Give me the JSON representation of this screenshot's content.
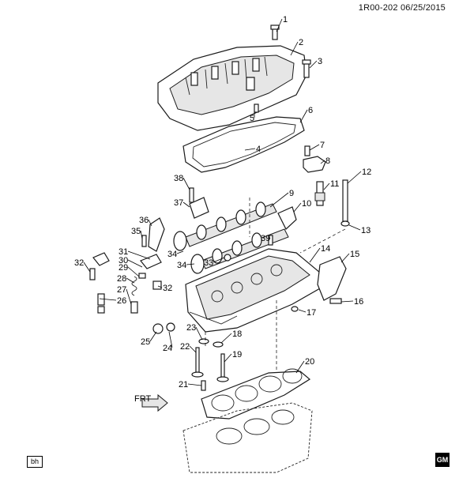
{
  "header": {
    "code": "1R00-202",
    "date": "06/25/2015"
  },
  "footer": {
    "tag": "bh",
    "logo_text": "GM"
  },
  "direction_label": "FRT",
  "callouts": [
    "1",
    "2",
    "3",
    "4",
    "5",
    "6",
    "7",
    "8",
    "9",
    "10",
    "11",
    "12",
    "13",
    "14",
    "15",
    "16",
    "17",
    "18",
    "19",
    "20",
    "21",
    "22",
    "23",
    "24",
    "25",
    "26",
    "27",
    "28",
    "29",
    "30",
    "31",
    "32",
    "33",
    "34",
    "35",
    "36",
    "37",
    "38",
    "39"
  ]
}
